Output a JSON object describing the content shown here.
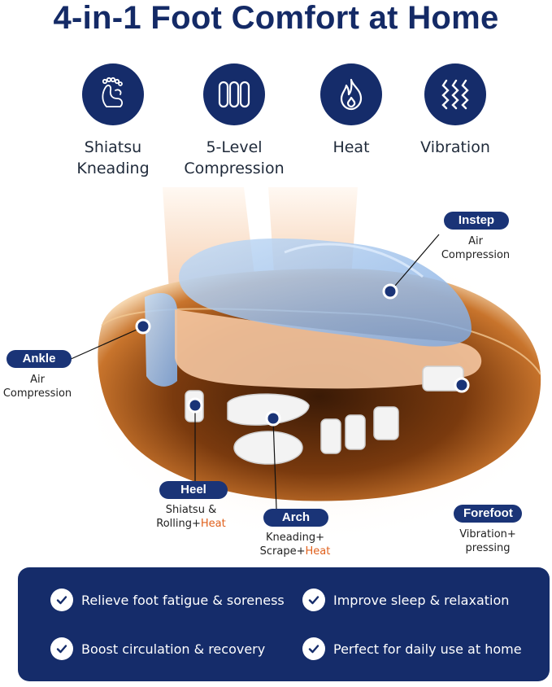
{
  "title": "4-in-1 Foot Comfort at Home",
  "features": [
    {
      "icon": "shiatsu-kneading-icon",
      "label": "Shiatsu\nKneading"
    },
    {
      "icon": "compression-icon",
      "label": "5-Level\nCompression"
    },
    {
      "icon": "heat-flame-icon",
      "label": "Heat"
    },
    {
      "icon": "vibration-icon",
      "label": "Vibration"
    }
  ],
  "zones": {
    "instep": {
      "name": "Instep",
      "desc": "Air\nCompression"
    },
    "ankle": {
      "name": "Ankle",
      "desc": "Air\nCompression"
    },
    "heel": {
      "name": "Heel",
      "desc_a": "Shiatsu &\nRolling+",
      "desc_b": "Heat"
    },
    "arch": {
      "name": "Arch",
      "desc_a": "Kneading+\nScrape+",
      "desc_b": "Heat"
    },
    "forefoot": {
      "name": "Forefoot",
      "desc": "Vibration+\npressing"
    }
  },
  "benefits": [
    "Relieve foot fatigue & soreness",
    "Improve sleep & relaxation",
    "Boost circulation & recovery",
    "Perfect for daily use at home"
  ],
  "colors": {
    "navy": "#152c6a",
    "accent": "#e0601c"
  }
}
